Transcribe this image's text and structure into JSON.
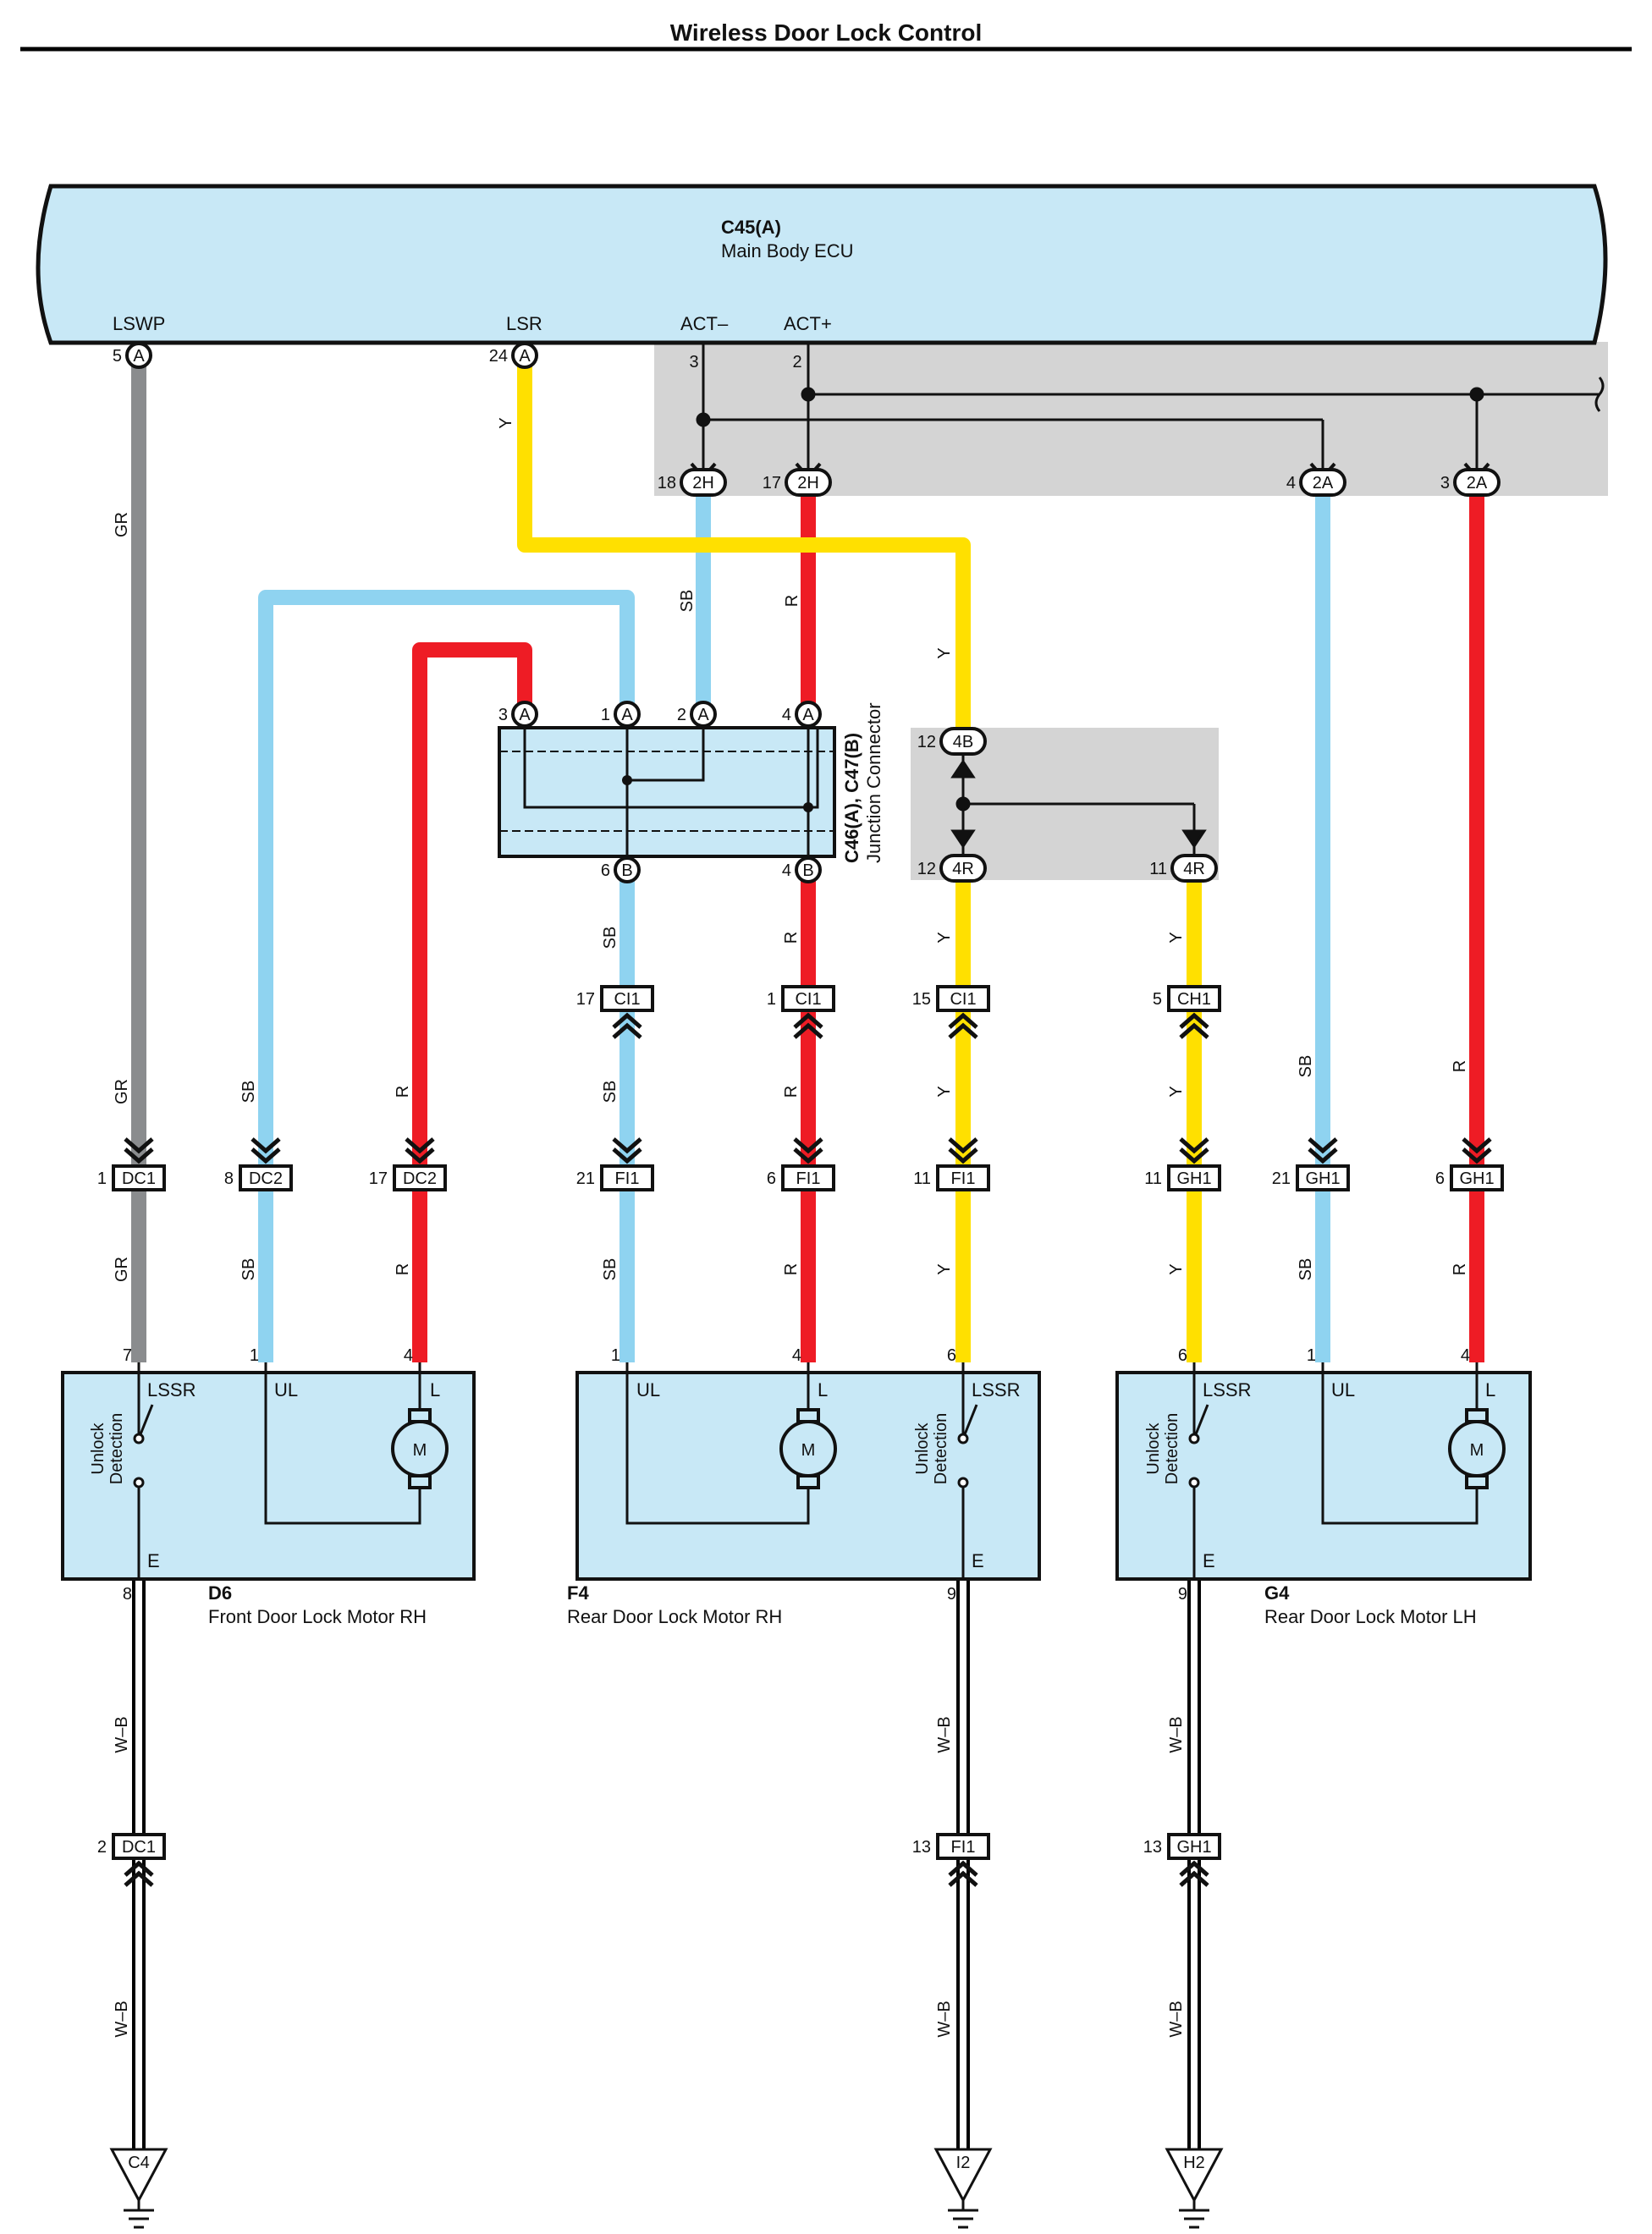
{
  "title": "Wireless Door Lock Control",
  "ecu": {
    "id": "C45(A)",
    "name": "Main Body ECU",
    "terminals": {
      "lswp": {
        "name": "LSWP",
        "pin": "5",
        "conn": "A"
      },
      "lsr": {
        "name": "LSR",
        "pin": "24",
        "conn": "A"
      },
      "actm": {
        "name": "ACT–",
        "pin": "3"
      },
      "actp": {
        "name": "ACT+",
        "pin": "2"
      }
    }
  },
  "junction": {
    "id": "C46(A), C47(B)",
    "name": "Junction Connector",
    "pins_a": [
      "3",
      "1",
      "2",
      "4"
    ],
    "pins_b": [
      "6",
      "4"
    ],
    "conn_a": "A",
    "conn_b": "B"
  },
  "connectors": {
    "h18": {
      "pin": "18",
      "name": "2H"
    },
    "h17": {
      "pin": "17",
      "name": "2H"
    },
    "a4": {
      "pin": "4",
      "name": "2A"
    },
    "a3": {
      "pin": "3",
      "name": "2A"
    },
    "b12": {
      "pin": "12",
      "name": "4B"
    },
    "r12": {
      "pin": "12",
      "name": "4R"
    },
    "r11": {
      "pin": "11",
      "name": "4R"
    },
    "ci17": {
      "pin": "17",
      "name": "CI1"
    },
    "ci1": {
      "pin": "1",
      "name": "CI1"
    },
    "ci15": {
      "pin": "15",
      "name": "CI1"
    },
    "ch5": {
      "pin": "5",
      "name": "CH1"
    },
    "dc1": {
      "pin": "1",
      "name": "DC1"
    },
    "dc8": {
      "pin": "8",
      "name": "DC2"
    },
    "dc17": {
      "pin": "17",
      "name": "DC2"
    },
    "fi21": {
      "pin": "21",
      "name": "FI1"
    },
    "fi6": {
      "pin": "6",
      "name": "FI1"
    },
    "fi11": {
      "pin": "11",
      "name": "FI1"
    },
    "gh11": {
      "pin": "11",
      "name": "GH1"
    },
    "gh21": {
      "pin": "21",
      "name": "GH1"
    },
    "gh6": {
      "pin": "6",
      "name": "GH1"
    },
    "dc2g": {
      "pin": "2",
      "name": "DC1"
    },
    "fi13": {
      "pin": "13",
      "name": "FI1"
    },
    "gh13": {
      "pin": "13",
      "name": "GH1"
    }
  },
  "wire_colors": {
    "GR": "#8a8c8e",
    "SB": "#8fd3f0",
    "R": "#ee1c25",
    "Y": "#ffe000",
    "WB": "#ffffff"
  },
  "wire_labels": {
    "GR": "GR",
    "SB": "SB",
    "R": "R",
    "Y": "Y",
    "WB": "W–B"
  },
  "motors": {
    "d6": {
      "id": "D6",
      "name": "Front Door Lock Motor RH",
      "pins": [
        "7",
        "1",
        "4",
        "8"
      ]
    },
    "f4": {
      "id": "F4",
      "name": "Rear Door Lock Motor RH",
      "pins": [
        "1",
        "4",
        "6",
        "9"
      ]
    },
    "g4": {
      "id": "G4",
      "name": "Rear Door Lock Motor LH",
      "pins": [
        "6",
        "1",
        "4",
        "9"
      ]
    }
  },
  "motor_terms": {
    "lssr": "LSSR",
    "ul": "UL",
    "l": "L",
    "e": "E",
    "m": "M",
    "unlock": "Unlock",
    "detection": "Detection"
  },
  "grounds": [
    "C4",
    "I2",
    "H2"
  ],
  "colors": {
    "panel": "#c8e8f6",
    "shade": "#d4d4d4"
  }
}
